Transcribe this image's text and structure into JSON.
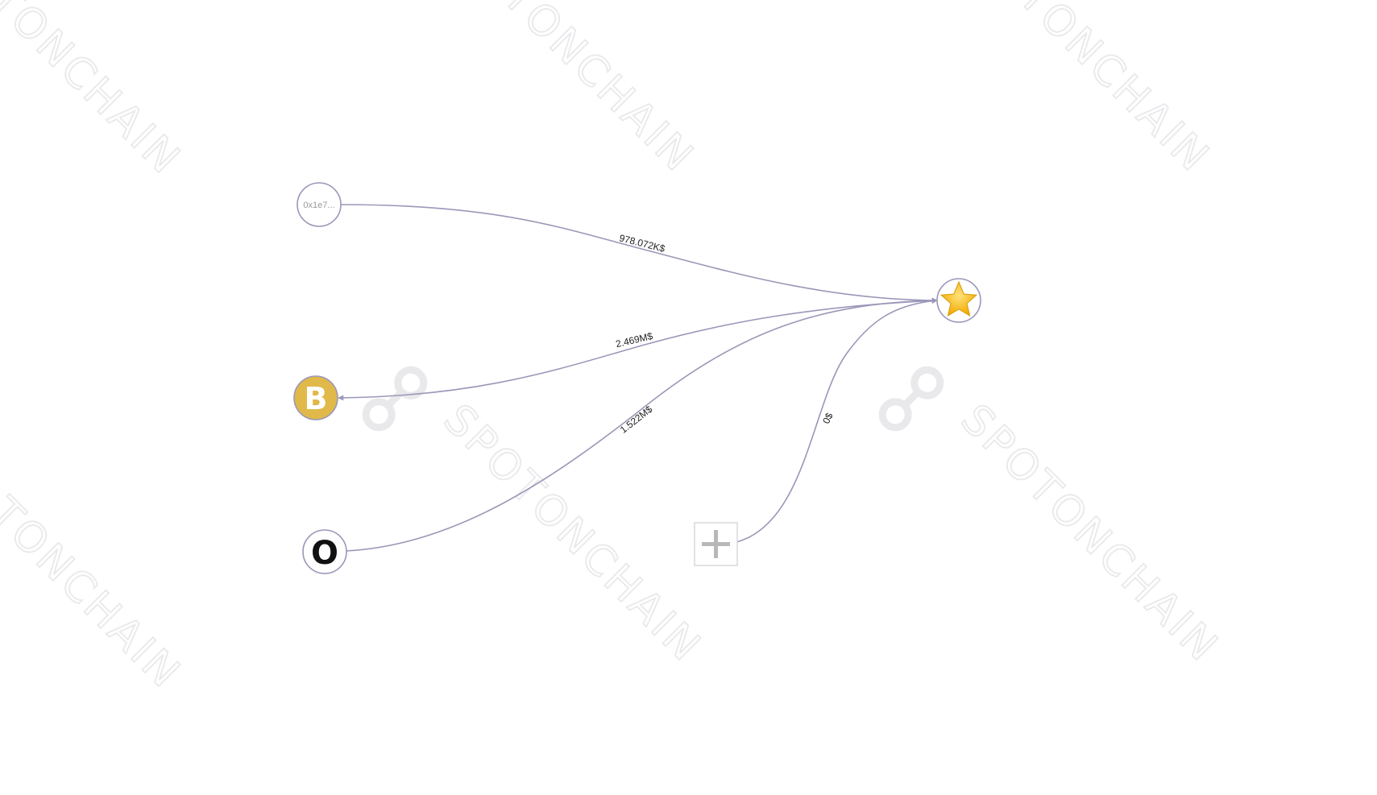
{
  "watermark": {
    "text": "SPOTONCHAIN",
    "partial_text": "TONCHAIN"
  },
  "colors": {
    "edge": "#9a97b8",
    "node_b_fill": "#e0b94a",
    "star_fill": "#f7c530",
    "watermark": "#e9e9ec"
  },
  "nodes": {
    "address": {
      "label": "0x1e7..."
    },
    "binance": {
      "label": "B",
      "icon": "binance-icon"
    },
    "okx": {
      "label": "O",
      "icon": "okx-icon"
    },
    "target": {
      "icon": "star-icon"
    },
    "add": {
      "icon": "plus-icon"
    }
  },
  "edges": {
    "address_to_target": {
      "label": "978.072K$"
    },
    "target_to_binance": {
      "label": "2.469M$"
    },
    "okx_to_target": {
      "label": "1.522M$"
    },
    "add_to_target": {
      "label": "0$"
    }
  }
}
